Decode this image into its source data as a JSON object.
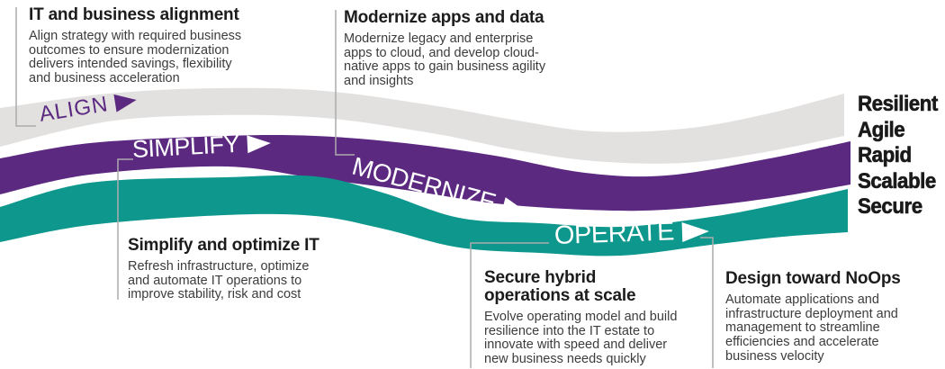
{
  "colors": {
    "purple": "#5C2981",
    "teal": "#0E978D",
    "gray": "#E3E1E0",
    "line": "#ACACAC",
    "heading": "#1C1C1C",
    "body": "#3C3C3C",
    "keyword": "#1A1A1A"
  },
  "ribbons": [
    {
      "label": "ALIGN"
    },
    {
      "label": "SIMPLIFY"
    },
    {
      "label": "MODERNIZE"
    },
    {
      "label": "OPERATE"
    }
  ],
  "callouts": [
    {
      "title": "IT and business alignment",
      "body": "Align strategy with required business\noutcomes to ensure modernization\ndelivers intended savings, flexibility\nand business acceleration"
    },
    {
      "title": "Modernize apps and data",
      "body": "Modernize legacy and enterprise\napps to cloud, and develop cloud-\nnative apps to gain business agility\nand insights"
    },
    {
      "title": "Simplify and optimize IT",
      "body": "Refresh infrastructure, optimize\nand automate IT operations to\nimprove stability, risk and cost"
    },
    {
      "title": "Secure hybrid\noperations at scale",
      "body": "Evolve operating model and build\nresilience into the IT estate to\ninnovate with speed and deliver\nnew business needs quickly"
    },
    {
      "title": "Design toward NoOps",
      "body": "Automate applications and\ninfrastructure deployment and\nmanagement to streamline\nefficiencies and accelerate\nbusiness velocity"
    }
  ],
  "outcomes": [
    "Resilient",
    "Agile",
    "Rapid",
    "Scalable",
    "Secure"
  ]
}
